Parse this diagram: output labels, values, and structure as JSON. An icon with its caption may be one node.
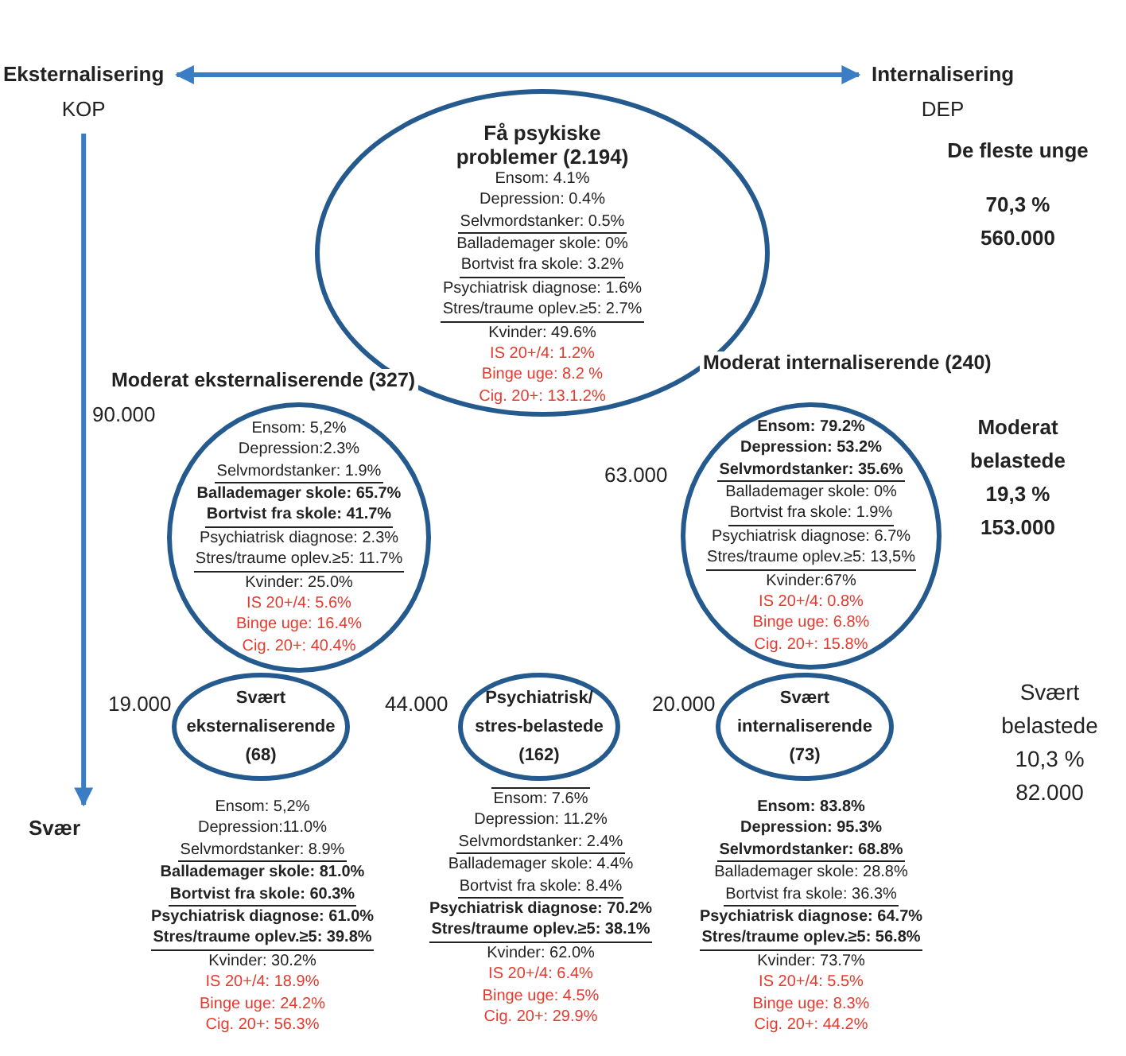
{
  "diagram": {
    "nodes": [
      {
        "text": [
          "Eksternalisering",
          "KOP"
        ]
      },
      {
        "text": [
          "Internalisering",
          "DEP"
        ]
      },
      {
        "text": [
          "Svær"
        ]
      },
      {
        "text": [
          "Få psykiske problemer (2.194)",
          "Ensom: 4.1%",
          "Depression: 0.4%",
          "Selvmordstanker: 0.5%",
          "Ballademager skole: 0%",
          "Bortvist fra skole: 3.2%",
          "Psychiatrisk diagnose: 1.6%",
          "Stres/traume oplev.≥5: 2.7%",
          "Kvinder: 49.6%",
          "IS 20+/4: 1.2%",
          "Binge uge: 8.2 %",
          "Cig. 20+: 13.1.2%"
        ]
      },
      {
        "text": [
          "Moderat eksternaliserende (327)",
          "Ensom: 5,2%",
          "Depression:2.3%",
          "Selvmordstanker: 1.9%",
          "Ballademager skole: 65.7%",
          "Bortvist fra skole: 41.7%",
          "Psychiatrisk diagnose: 2.3%",
          "Stres/traume oplev.≥5: 11.7%",
          "Kvinder: 25.0%",
          "IS 20+/4: 5.6%",
          "Binge uge: 16.4%",
          "Cig. 20+: 40.4%"
        ],
        "beside": [
          "90.000"
        ]
      },
      {
        "text": [
          "Moderat internaliserende (240)",
          "Ensom: 79.2%",
          "Depression: 53.2%",
          "Selvmordstanker: 35.6%",
          "Ballademager skole: 0%",
          "Bortvist fra skole: 1.9%",
          "Psychiatrisk diagnose: 6.7%",
          "Stres/traume oplev.≥5: 13,5%",
          "Kvinder:67%",
          "IS 20+/4: 0.8%",
          "Binge uge: 6.8%",
          "Cig. 20+: 15.8%"
        ],
        "beside": [
          "63.000"
        ]
      },
      {
        "text": [
          "Svært eksternaliserende (68)"
        ],
        "beside": [
          "19.000",
          "Ensom: 5,2%",
          "Depression:11.0%",
          "Selvmordstanker: 8.9%",
          "Ballademager skole: 81.0%",
          "Bortvist fra skole: 60.3%",
          "Psychiatrisk diagnose: 61.0%",
          "Stres/traume oplev.≥5: 39.8%",
          "Kvinder: 30.2%",
          "IS 20+/4: 18.9%",
          "Binge uge: 24.2%",
          "Cig. 20+: 56.3%"
        ]
      },
      {
        "text": [
          "Psychiatrisk/ stres-belastede (162)"
        ],
        "beside": [
          "44.000",
          "Ensom: 7.6%",
          "Depression: 11.2%",
          "Selvmordstanker: 2.4%",
          "Ballademager skole: 4.4%",
          "Bortvist fra skole: 8.4%",
          "Psychiatrisk diagnose: 70.2%",
          "Stres/traume oplev.≥5: 38.1%",
          "Kvinder: 62.0%",
          "IS 20+/4: 6.4%",
          "Binge uge: 4.5%",
          "Cig. 20+: 29.9%"
        ]
      },
      {
        "text": [
          "Svært internaliserende (73)"
        ],
        "beside": [
          "20.000",
          "Ensom: 83.8%",
          "Depression: 95.3%",
          "Selvmordstanker: 68.8%",
          "Ballademager skole: 28.8%",
          "Bortvist fra skole: 36.3%",
          "Psychiatrisk diagnose: 64.7%",
          "Stres/traume oplev.≥5: 56.8%",
          "Kvinder: 73.7%",
          "IS 20+/4: 5.5%",
          "Binge uge: 8.3%",
          "Cig. 20+: 44.2%"
        ]
      }
    ],
    "edges": [
      {
        "from": 0,
        "to": 1,
        "arrow": "both"
      },
      {
        "from": 0,
        "to": 2,
        "arrow": "to"
      }
    ],
    "labels": [
      "De fleste unge",
      "70,3 %",
      "560.000",
      "Moderat belastede",
      "19,3 %",
      "153.000",
      "Svært belastede",
      "10,3 %",
      "82.000"
    ]
  }
}
